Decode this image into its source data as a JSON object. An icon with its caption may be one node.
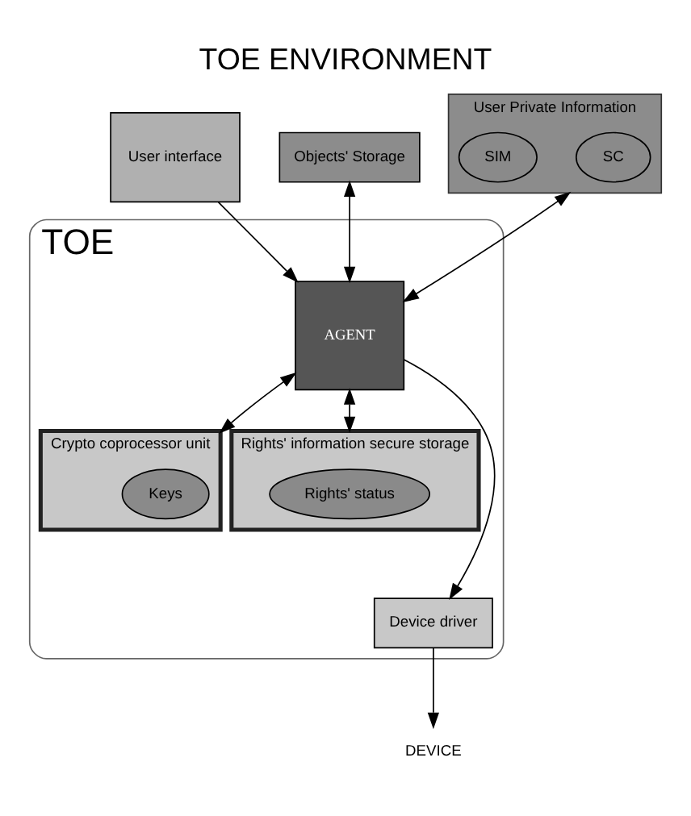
{
  "diagram": {
    "title": "TOE ENVIRONMENT",
    "nodes": [
      {
        "text": [
          "User interface"
        ]
      },
      {
        "text": [
          "Objects' Storage"
        ]
      },
      {
        "text": [
          "User Private Information"
        ]
      },
      {
        "text": [
          "SC"
        ],
        "in": 2
      },
      {
        "text": [
          "SIM"
        ],
        "in": 2
      },
      {
        "text": [
          "TOE"
        ]
      },
      {
        "text": [
          "AGENT"
        ],
        "in": 5
      },
      {
        "text": [
          "Crypto coprocessor unit"
        ],
        "in": 5
      },
      {
        "text": [
          "Keys"
        ],
        "in": 7
      },
      {
        "text": [
          "Rights' information secure storage"
        ],
        "in": 5
      },
      {
        "text": [
          "Rights' status"
        ],
        "in": 9
      },
      {
        "text": [
          "Device driver"
        ],
        "in": 5
      },
      {
        "text": [
          "DEVICE"
        ]
      }
    ],
    "edges": [
      {
        "from": 0,
        "to": 6,
        "arrow": "to"
      },
      {
        "from": 6,
        "to": 1,
        "arrow": "both"
      },
      {
        "from": 6,
        "to": 2,
        "arrow": "both"
      },
      {
        "from": 6,
        "to": 7,
        "arrow": "both"
      },
      {
        "from": 6,
        "to": 9,
        "arrow": "both"
      },
      {
        "from": 6,
        "to": 11,
        "arrow": "to"
      },
      {
        "from": 11,
        "to": 12,
        "arrow": "to"
      }
    ]
  }
}
